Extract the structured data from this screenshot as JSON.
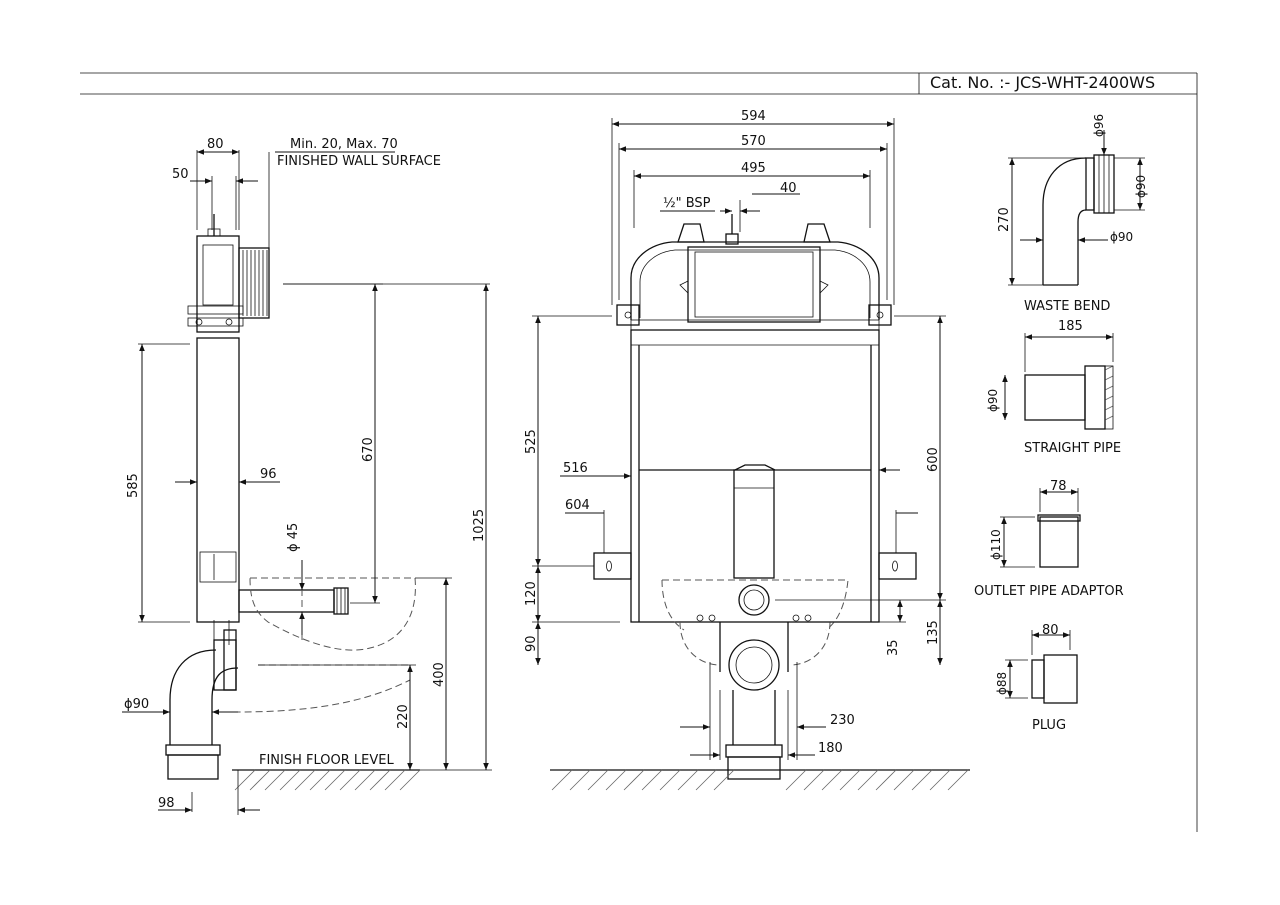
{
  "header": {
    "cat_no": "Cat. No. :- JCS-WHT-2400WS"
  },
  "side_view": {
    "d80": "80",
    "d50": "50",
    "wall_min_max": "Min. 20, Max. 70",
    "finished_wall_surface": "FINISHED WALL SURFACE",
    "d585": "585",
    "d96": "96",
    "d670": "670",
    "phi45": "ϕ 45",
    "d1025": "1025",
    "d400": "400",
    "d220": "220",
    "phi90": "ϕ90",
    "finish_floor_level": "FINISH FLOOR LEVEL",
    "d98": "98"
  },
  "front_view": {
    "d594": "594",
    "d570": "570",
    "d495": "495",
    "d40": "40",
    "bsp_label": "½\" BSP",
    "d525": "525",
    "d516": "516",
    "d604": "604",
    "d120": "120",
    "d90": "90",
    "d600": "600",
    "d135": "135",
    "d35": "35",
    "d230": "230",
    "d180": "180"
  },
  "parts": {
    "waste_bend": {
      "label": "WASTE BEND",
      "d270": "270",
      "phi96": "ϕ96",
      "phi90_top": "ϕ90",
      "phi90_bottom": "ϕ90"
    },
    "straight_pipe": {
      "label": "STRAIGHT PIPE",
      "d185": "185",
      "phi90": "ϕ90"
    },
    "outlet_pipe_adaptor": {
      "label": "OUTLET PIPE ADAPTOR",
      "d78": "78",
      "phi110": "ϕ110"
    },
    "plug": {
      "label": "PLUG",
      "d80": "80",
      "phi88": "ϕ88"
    }
  }
}
